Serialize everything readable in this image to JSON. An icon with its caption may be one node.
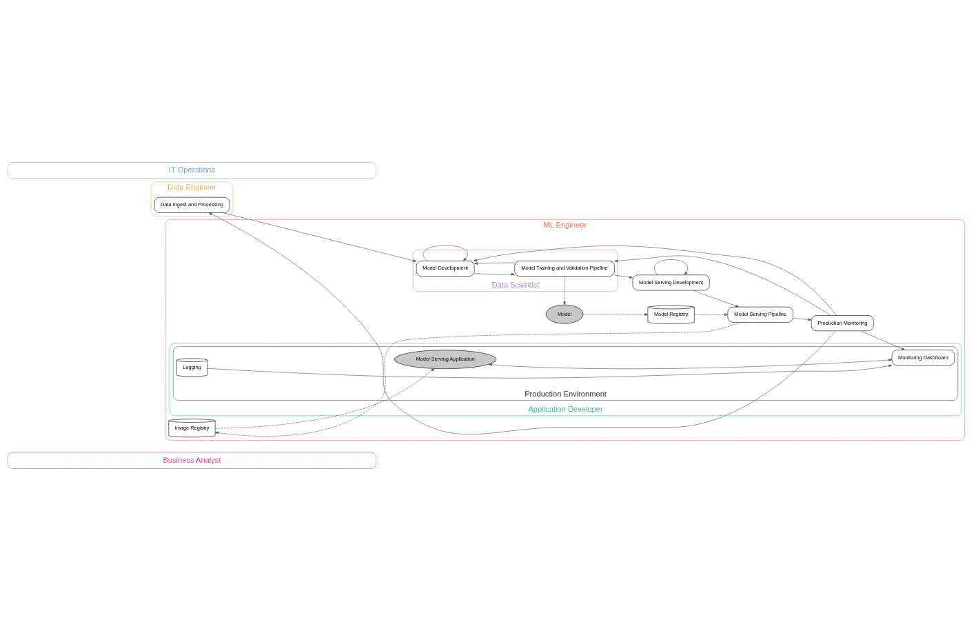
{
  "diagram": {
    "nodes": [
      {
        "text": [
          "Business Analyst"
        ]
      },
      {
        "text": [
          "Data Engineer"
        ]
      },
      {
        "text": [
          "Data Ingest and Processing"
        ],
        "in": 1
      },
      {
        "text": [
          "ML Engineer"
        ]
      },
      {
        "text": [
          "Model"
        ],
        "in": 3
      },
      {
        "text": [
          "Model Registry"
        ],
        "in": 3
      },
      {
        "text": [
          "Image Registry"
        ],
        "in": 3
      },
      {
        "text": [
          "Data Scientist"
        ],
        "in": 3
      },
      {
        "text": [
          "Model Development"
        ],
        "in": 7
      },
      {
        "text": [
          "Model Training and Validation Pipeline"
        ],
        "in": 7
      },
      {
        "text": [
          "Application Developer"
        ],
        "in": 3
      },
      {
        "text": [
          "Model Serving Development"
        ],
        "in": 3
      },
      {
        "text": [
          "Model Serving Pipeline"
        ],
        "in": 3
      },
      {
        "text": [
          "Production Monitoring"
        ],
        "in": 3
      },
      {
        "text": [
          "Production Environment"
        ],
        "in": 10
      },
      {
        "text": [
          "Model Serving Application"
        ],
        "in": 14
      },
      {
        "text": [
          "Monitoring Dashboard"
        ],
        "in": 14
      },
      {
        "text": [
          "Logging"
        ],
        "in": 14
      },
      {
        "text": [
          "IT Operations"
        ]
      }
    ],
    "edges": [
      {
        "from": 2,
        "to": 8,
        "arrow": "to"
      },
      {
        "from": 8,
        "to": 8,
        "arrow": "to"
      },
      {
        "from": 8,
        "to": 9,
        "arrow": "to"
      },
      {
        "from": 9,
        "to": 8,
        "arrow": "to"
      },
      {
        "from": 9,
        "to": 4,
        "arrow": "to",
        "style": "dashed"
      },
      {
        "from": 4,
        "to": 5,
        "arrow": "to",
        "style": "dashed"
      },
      {
        "from": 9,
        "to": 11,
        "arrow": "to"
      },
      {
        "from": 11,
        "to": 11,
        "arrow": "to"
      },
      {
        "from": 11,
        "to": 12,
        "arrow": "to"
      },
      {
        "from": 5,
        "to": 12,
        "arrow": "to",
        "style": "dashed"
      },
      {
        "from": 12,
        "to": 6,
        "arrow": "to",
        "style": "dashed"
      },
      {
        "from": 6,
        "to": 15,
        "arrow": "to",
        "style": "dashed"
      },
      {
        "from": 12,
        "to": 13,
        "arrow": "to"
      },
      {
        "from": 13,
        "to": 9,
        "arrow": "to"
      },
      {
        "from": 13,
        "to": 8,
        "arrow": "to"
      },
      {
        "from": 13,
        "to": 2,
        "arrow": "to"
      },
      {
        "from": 13,
        "to": 16,
        "arrow": "to"
      },
      {
        "from": 16,
        "to": 15,
        "arrow": "both"
      },
      {
        "from": 17,
        "to": 16,
        "arrow": "to"
      }
    ]
  }
}
